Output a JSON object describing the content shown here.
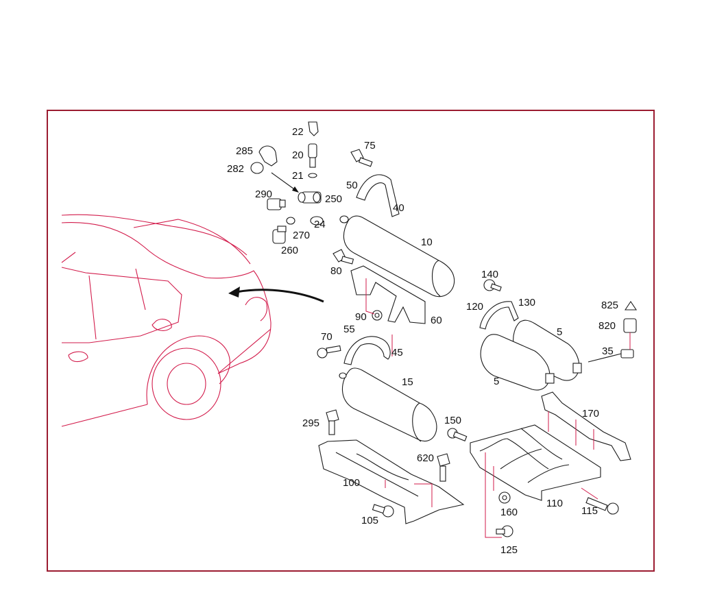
{
  "colors": {
    "frame": "#9b1b30",
    "leader": "#d21a4a",
    "vehicle_outline": "#d21a4a",
    "part_outline": "#1a1a1a"
  },
  "labels": {
    "p22": "22",
    "p20": "20",
    "p21": "21",
    "p285": "285",
    "p282": "282",
    "p250": "250",
    "p24": "24",
    "p290": "290",
    "p270": "270",
    "p260": "260",
    "p75": "75",
    "p50": "50",
    "p40": "40",
    "p10": "10",
    "p80": "80",
    "p90": "90",
    "p60": "60",
    "p140": "140",
    "p120": "120",
    "p130": "130",
    "p825": "825",
    "p820": "820",
    "p35": "35",
    "p5a": "5",
    "p5b": "5",
    "p70": "70",
    "p55": "55",
    "p45": "45",
    "p15": "15",
    "p295": "295",
    "p150": "150",
    "p170": "170",
    "p620": "620",
    "p100": "100",
    "p105": "105",
    "p110": "110",
    "p115": "115",
    "p160": "160",
    "p125": "125"
  }
}
